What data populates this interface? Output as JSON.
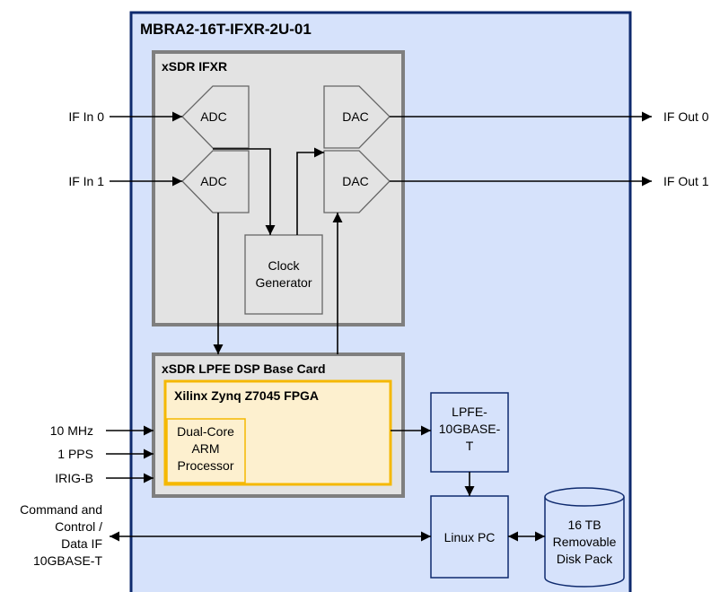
{
  "system": {
    "title": "MBRA2-16T-IFXR-2U-01"
  },
  "ifxr": {
    "title": "xSDR IFXR",
    "adc0": "ADC",
    "adc1": "ADC",
    "dac0": "DAC",
    "dac1": "DAC",
    "clock_line1": "Clock",
    "clock_line2": "Generator"
  },
  "lpfe": {
    "title": "xSDR LPFE DSP Base Card",
    "fpga_title": "Xilinx Zynq Z7045 FPGA",
    "arm_line1": "Dual-Core",
    "arm_line2": "ARM",
    "arm_line3": "Processor"
  },
  "nic": {
    "line1": "LPFE-",
    "line2": "10GBASE-",
    "line3": "T"
  },
  "linux_pc": "Linux PC",
  "disk": {
    "line1": "16 TB",
    "line2": "Removable",
    "line3": "Disk Pack"
  },
  "inputs": {
    "if_in_0": "IF In 0",
    "if_in_1": "IF In 1",
    "ref_10mhz": "10 MHz",
    "pps": "1 PPS",
    "irig": "IRIG-B",
    "cmd_line1": "Command and",
    "cmd_line2": "Control /",
    "cmd_line3": "Data IF",
    "cmd_line4": "10GBASE-T"
  },
  "outputs": {
    "if_out_0": "IF Out 0",
    "if_out_1": "IF Out 1"
  },
  "colors": {
    "system_fill": "#d6e2fb",
    "system_border": "#0e2a6e",
    "card_fill": "#e3e3e3",
    "card_border": "#7f7f7f",
    "fpga_fill": "#fdf0cf",
    "fpga_border": "#f5b800",
    "block_fill": "#d6e2fb",
    "block_border": "#0e2a6e"
  }
}
